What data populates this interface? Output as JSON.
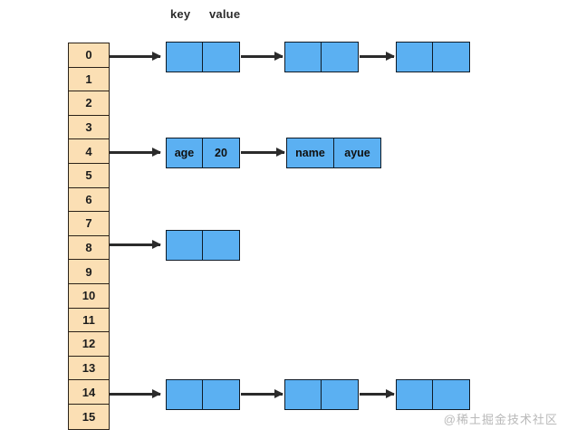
{
  "diagram": {
    "title_labels": {
      "key": "key",
      "value": "value"
    },
    "bucket_indices": [
      "0",
      "1",
      "2",
      "3",
      "4",
      "5",
      "6",
      "7",
      "8",
      "9",
      "10",
      "11",
      "12",
      "13",
      "14",
      "15"
    ],
    "chains": [
      {
        "bucket": "0",
        "nodes": [
          {
            "key": "",
            "value": ""
          },
          {
            "key": "",
            "value": ""
          },
          {
            "key": "",
            "value": ""
          }
        ]
      },
      {
        "bucket": "4",
        "nodes": [
          {
            "key": "age",
            "value": "20"
          },
          {
            "key": "name",
            "value": "ayue"
          }
        ]
      },
      {
        "bucket": "8",
        "nodes": [
          {
            "key": "",
            "value": ""
          }
        ]
      },
      {
        "bucket": "14",
        "nodes": [
          {
            "key": "",
            "value": ""
          },
          {
            "key": "",
            "value": ""
          },
          {
            "key": "",
            "value": ""
          }
        ]
      }
    ],
    "watermark": "@稀土掘金技术社区",
    "colors": {
      "bucket_fill": "#fbdfb4",
      "bucket_border": "#2a2118",
      "node_fill": "#5bb0f2",
      "node_border": "#0f1b27",
      "arrow": "#2b2b2b",
      "watermark": "#b9b9b9",
      "background": "#ffffff"
    }
  }
}
